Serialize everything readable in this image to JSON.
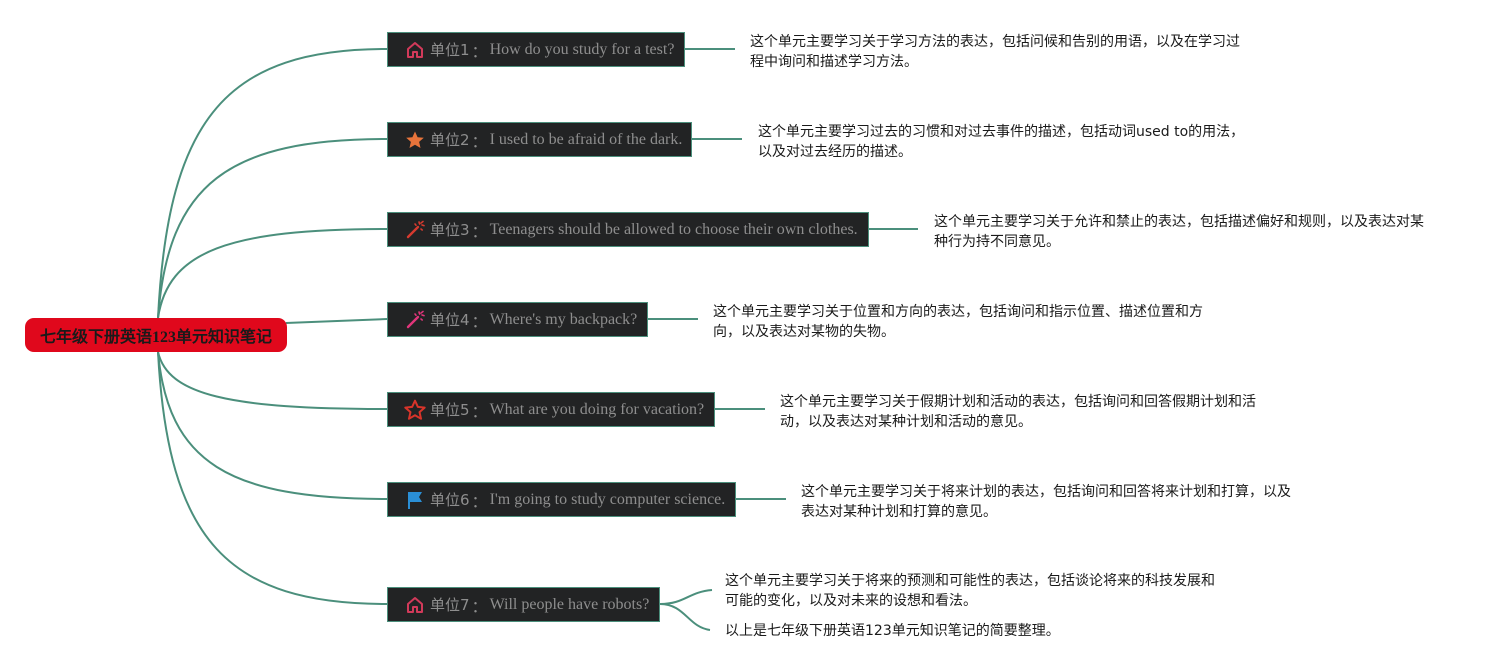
{
  "root": {
    "title": "七年级下册英语123单元知识笔记"
  },
  "topics": [
    {
      "icon": "house-icon",
      "unit": "单位1",
      "title": "How do you study for a test?",
      "notes": [
        "这个单元主要学习关于学习方法的表达，包括问候和告别的用语，以及在学习过程中询问和描述学习方法。"
      ]
    },
    {
      "icon": "star-filled-icon",
      "unit": "单位2",
      "title": "I used to be afraid of the dark.",
      "notes": [
        "这个单元主要学习过去的习惯和对过去事件的描述，包括动词used to的用法，以及对过去经历的描述。"
      ]
    },
    {
      "icon": "magic-wand-icon",
      "unit": "单位3",
      "title": "Teenagers should be allowed to choose their own clothes.",
      "notes": [
        "这个单元主要学习关于允许和禁止的表达，包括描述偏好和规则，以及表达对某种行为持不同意见。"
      ]
    },
    {
      "icon": "magic-wand-pink-icon",
      "unit": "单位4",
      "title": "Where's my backpack?",
      "notes": [
        "这个单元主要学习关于位置和方向的表达，包括询问和指示位置、描述位置和方向，以及表达对某物的失物。"
      ]
    },
    {
      "icon": "star-outline-icon",
      "unit": "单位5",
      "title": "What are you doing for vacation?",
      "notes": [
        "这个单元主要学习关于假期计划和活动的表达，包括询问和回答假期计划和活动，以及表达对某种计划和活动的意见。"
      ]
    },
    {
      "icon": "flag-icon",
      "unit": "单位6",
      "title": "I'm going to study computer science.",
      "notes": [
        "这个单元主要学习关于将来计划的表达，包括询问和回答将来计划和打算，以及表达对某种计划和打算的意见。"
      ]
    },
    {
      "icon": "house-icon",
      "unit": "单位7",
      "title": "Will people have robots?",
      "notes": [
        "这个单元主要学习关于将来的预测和可能性的表达，包括谈论将来的科技发展和可能的变化，以及对未来的设想和看法。",
        "以上是七年级下册英语123单元知识笔记的简要整理。"
      ]
    }
  ],
  "colors": {
    "root_fill": "#e0081c",
    "topic_fill": "#222324",
    "connector": "#4b8f7c",
    "house": "#d23a5a",
    "star": "#e8743b",
    "wand": "#d63a2f",
    "wand_pink": "#e0357a",
    "star_outline": "#d8342a",
    "flag": "#2a8fd6"
  }
}
